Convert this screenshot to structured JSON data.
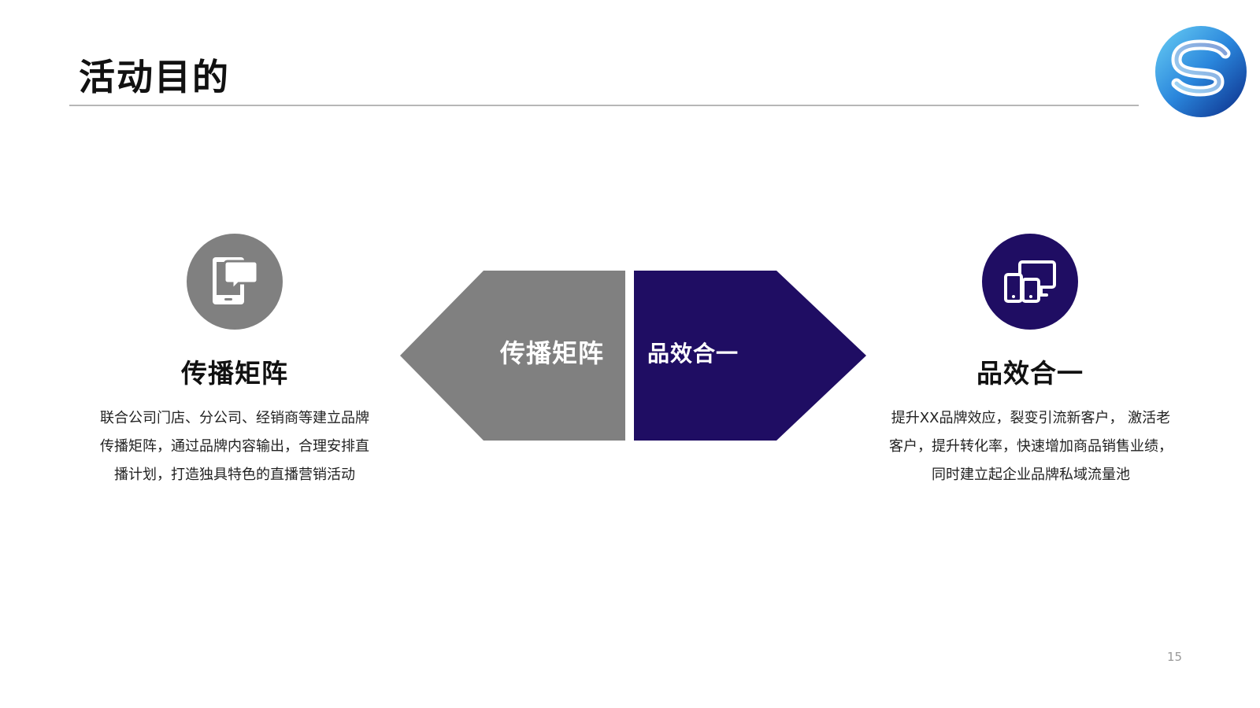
{
  "header": {
    "title": "活动目的"
  },
  "logo": {
    "name": "s-logo-icon",
    "colors": [
      "#1c6fd1",
      "#53b9f0",
      "#0d2f8a"
    ]
  },
  "center_shape": {
    "left_label": "传播矩阵",
    "right_label": "品效合一",
    "left_color": "#808080",
    "right_color": "#1f0d63"
  },
  "features": [
    {
      "icon": "tablet-chat-icon",
      "icon_color": "#808080",
      "heading": "传播矩阵",
      "lines": [
        "联合公司门店、分公司、经销商等建立品牌",
        "传播矩阵，通过品牌内容输出，合理安排直",
        "播计划，打造独具特色的直播营销活动"
      ]
    },
    {
      "icon": "multi-device-icon",
      "icon_color": "#1f0d63",
      "heading": "品效合一",
      "lines": [
        "提升XX品牌效应，裂变引流新客户， 激活老",
        "客户，提升转化率，快速增加商品销售业绩，",
        "同时建立起企业品牌私域流量池"
      ]
    }
  ],
  "footer": {
    "page_number": "15"
  }
}
